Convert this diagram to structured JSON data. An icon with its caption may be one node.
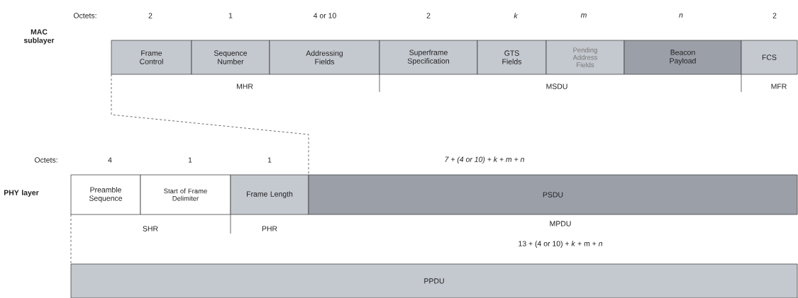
{
  "diagram": {
    "nodes": [
      {
        "text": [
          "Frame Control"
        ]
      },
      {
        "text": [
          "Sequence Number"
        ]
      },
      {
        "text": [
          "Addressing Fields"
        ]
      },
      {
        "text": [
          "Superframe Specification"
        ]
      },
      {
        "text": [
          "GTS Fields"
        ]
      },
      {
        "text": [
          "Pending Address Fields"
        ]
      },
      {
        "text": [
          "Beacon Payload"
        ]
      },
      {
        "text": [
          "FCS"
        ]
      },
      {
        "text": [
          "Preamble Sequence"
        ]
      },
      {
        "text": [
          "Start of Frame Delimiter"
        ]
      },
      {
        "text": [
          "Frame Length"
        ]
      },
      {
        "text": [
          "PSDU"
        ]
      },
      {
        "text": [
          "PPDU"
        ]
      }
    ],
    "edges": [
      {
        "from": 0,
        "to": 10,
        "arrow": "none",
        "style": "dashed"
      },
      {
        "from": 8,
        "to": 12,
        "arrow": "none",
        "style": "dashed"
      }
    ],
    "labels": [
      "Octets:",
      "2",
      "1",
      "4 or 10",
      "2",
      "k",
      "m",
      "n",
      "2",
      "MAC sublayer",
      "MHR",
      "MSDU",
      "MFR",
      "Octets:",
      "4",
      "1",
      "1",
      "7 + (4 or 10) + k + m + n",
      "PHY layer",
      "SHR",
      "PHR",
      "MPDU",
      "13 + (4 or 10) + *k* + m + *n*"
    ]
  }
}
